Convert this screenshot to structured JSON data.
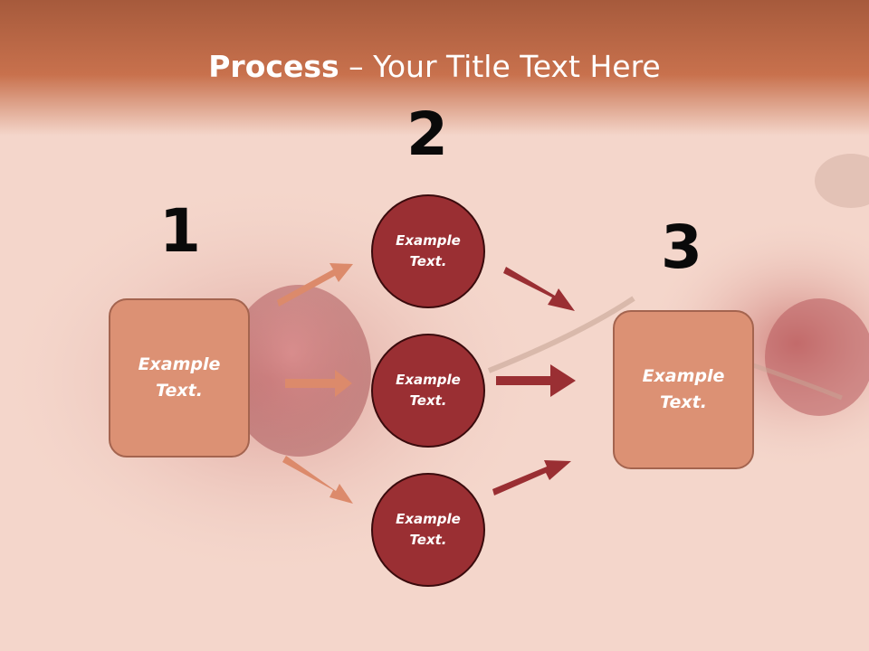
{
  "title": {
    "bold": "Process",
    "rest": " – Your Title Text Here"
  },
  "steps": [
    {
      "number": "1",
      "text": "Example Text."
    },
    {
      "number": "2",
      "items": [
        {
          "text": "Example Text."
        },
        {
          "text": "Example Text."
        },
        {
          "text": "Example Text."
        }
      ]
    },
    {
      "number": "3",
      "text": "Example Text."
    }
  ],
  "colors": {
    "header": "#c8714d",
    "box_fill": "#dc9174",
    "circle_fill": "#9a2f33",
    "light_arrow": "#dc8a6b",
    "dark_arrow": "#9a2f33"
  }
}
